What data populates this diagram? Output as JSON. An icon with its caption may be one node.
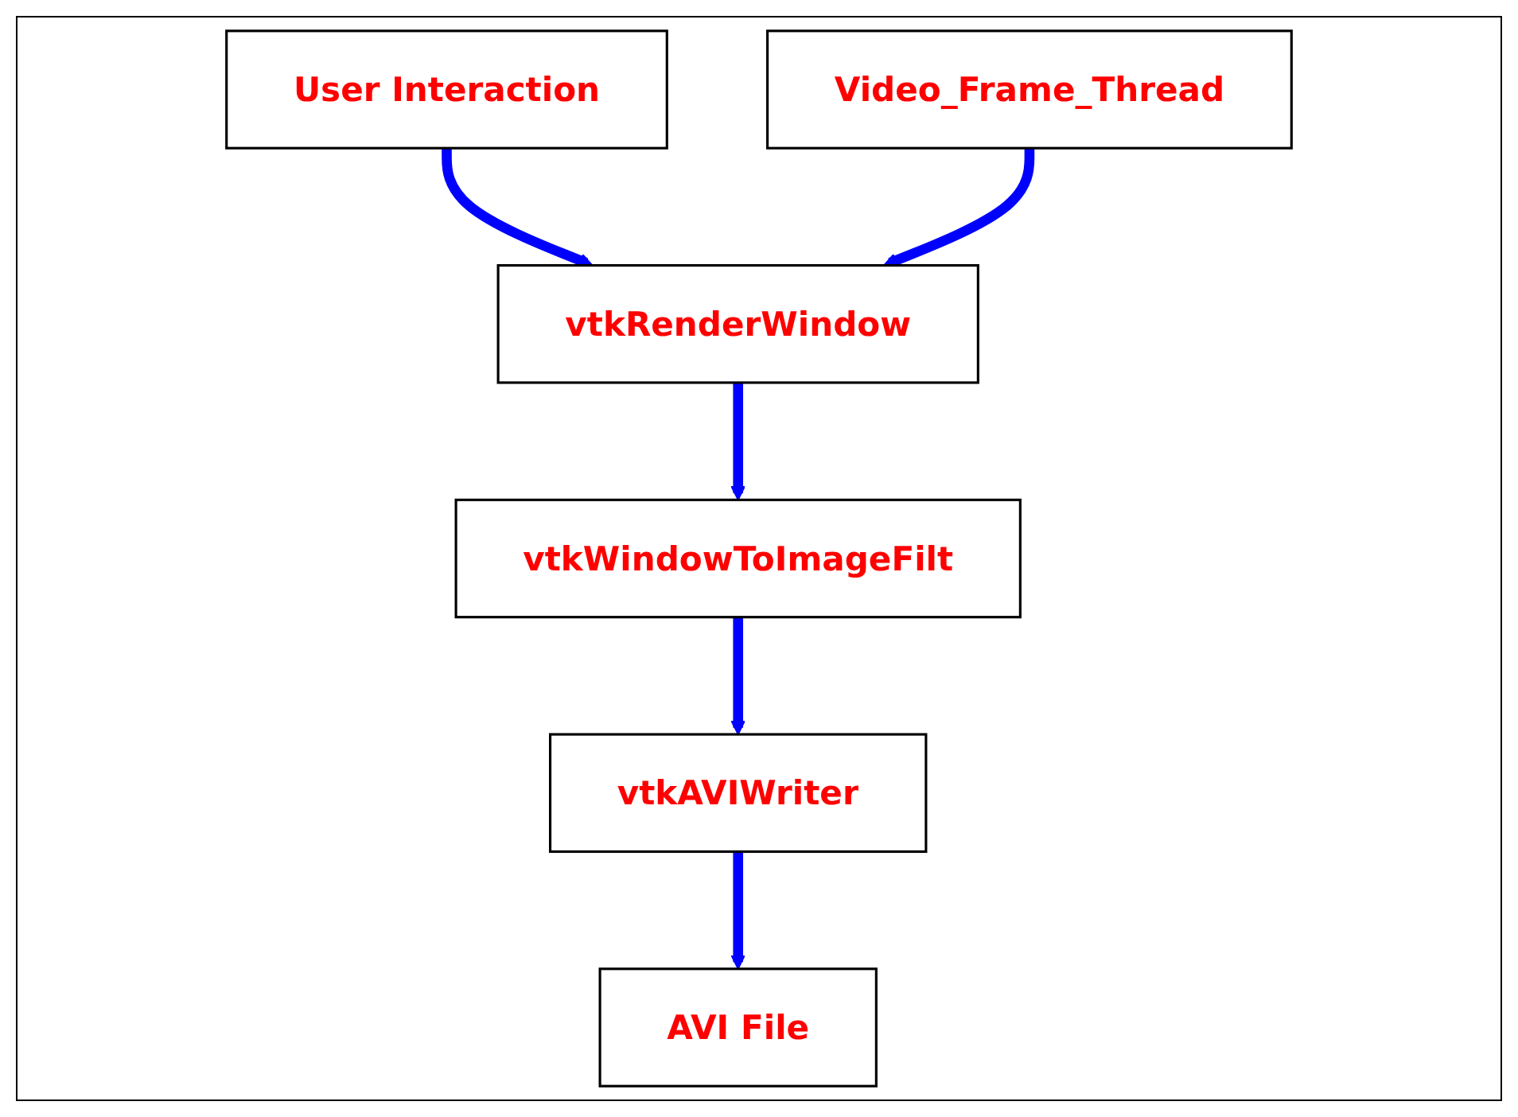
{
  "diagram": {
    "nodes": [
      {
        "text": [
          "vtkRenderWindow"
        ]
      },
      {
        "text": [
          "User Interaction"
        ]
      },
      {
        "text": [
          "Video_Frame_Thread"
        ]
      },
      {
        "text": [
          "vtkWindowToImageFilt"
        ]
      },
      {
        "text": [
          "vtkAVIWriter"
        ]
      },
      {
        "text": [
          "AVI File"
        ]
      }
    ],
    "edges": [
      {
        "from": 1,
        "to": 0,
        "arrow": "to"
      },
      {
        "from": 2,
        "to": 0,
        "arrow": "to"
      },
      {
        "from": 0,
        "to": 3,
        "arrow": "to"
      },
      {
        "from": 3,
        "to": 4,
        "arrow": "to"
      },
      {
        "from": 4,
        "to": 5,
        "arrow": "to"
      }
    ]
  }
}
